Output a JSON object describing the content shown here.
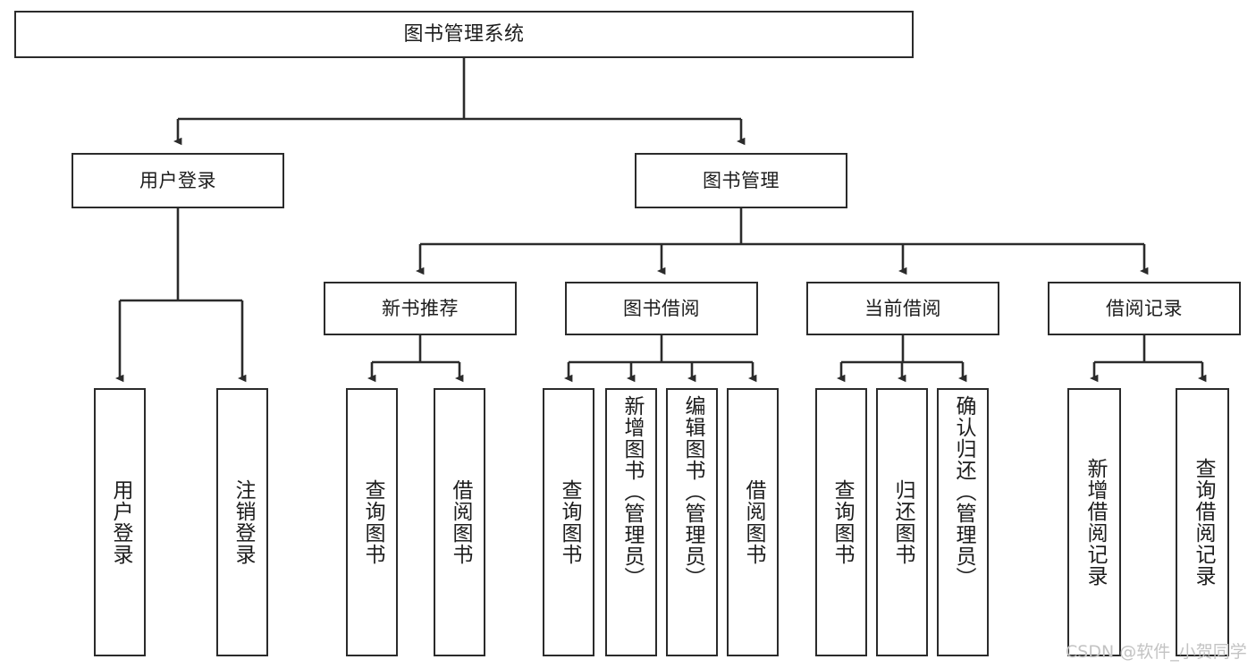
{
  "diagram": {
    "type": "tree",
    "title": "图书管理系统",
    "orientation": "top-down",
    "colors": {
      "box_border": "#2b2b2b",
      "box_fill": "#ffffff",
      "edge": "#2b2b2b",
      "text": "#1d1d1d",
      "watermark": "#c3c3c3"
    },
    "root": {
      "label": "图书管理系统"
    },
    "level1": [
      {
        "label": "用户登录"
      },
      {
        "label": "图书管理"
      }
    ],
    "level2": [
      {
        "label": "新书推荐"
      },
      {
        "label": "图书借阅"
      },
      {
        "label": "当前借阅"
      },
      {
        "label": "借阅记录"
      }
    ],
    "leaves": {
      "user_login": [
        {
          "label": "用户登录"
        },
        {
          "label": "注销登录"
        }
      ],
      "new_book_recommend": [
        {
          "label": "查询图书"
        },
        {
          "label": "借阅图书"
        }
      ],
      "book_borrow": [
        {
          "label": "查询图书"
        },
        {
          "label": "新增图书（管理员）"
        },
        {
          "label": "编辑图书（管理员）"
        },
        {
          "label": "借阅图书"
        }
      ],
      "current_borrow": [
        {
          "label": "查询图书"
        },
        {
          "label": "归还图书"
        },
        {
          "label": "确认归还（管理员）"
        }
      ],
      "borrow_record": [
        {
          "label": "新增借阅记录"
        },
        {
          "label": "查询借阅记录"
        }
      ]
    }
  },
  "watermark": {
    "text": "CSDN @软件_小贺同学"
  }
}
